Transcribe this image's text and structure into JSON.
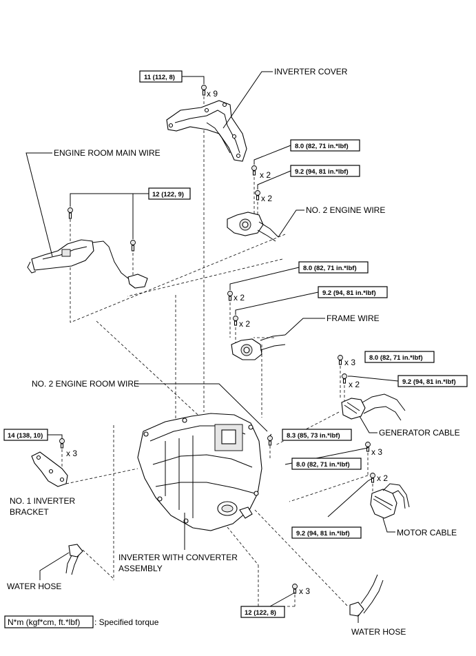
{
  "labels": {
    "inverter_cover": "INVERTER COVER",
    "engine_room_main_wire": "ENGINE ROOM MAIN WIRE",
    "no2_engine_wire": "NO. 2 ENGINE WIRE",
    "frame_wire": "FRAME WIRE",
    "no2_engine_room_wire": "NO. 2 ENGINE ROOM WIRE",
    "generator_cable": "GENERATOR CABLE",
    "no1_inverter_bracket_line1": "NO. 1 INVERTER",
    "no1_inverter_bracket_line2": "BRACKET",
    "motor_cable": "MOTOR CABLE",
    "inverter_assembly_line1": "INVERTER WITH CONVERTER",
    "inverter_assembly_line2": "ASSEMBLY",
    "water_hose_left": "WATER HOSE",
    "water_hose_right": "WATER HOSE"
  },
  "torques": {
    "cover_bolts": "11 (112, 8)",
    "main_wire_bolts": "12 (122, 9)",
    "no2_engine_wire_a": "8.0 (82, 71 in.*lbf)",
    "no2_engine_wire_b": "9.2 (94, 81 in.*lbf)",
    "frame_wire_a": "8.0 (82, 71 in.*lbf)",
    "frame_wire_b": "9.2 (94, 81 in.*lbf)",
    "generator_a": "8.0 (82, 71 in.*lbf)",
    "generator_b": "9.2 (94, 81 in.*lbf)",
    "bracket_bolts": "14 (138, 10)",
    "engine_room_wire_bolt": "8.3 (85, 73 in.*lbf)",
    "motor_a": "8.0 (82, 71 in.*lbf)",
    "motor_b": "9.2 (94, 81 in.*lbf)",
    "bottom_bolts": "12 (122, 8)"
  },
  "quantities": {
    "cover": "x 9",
    "no2_engine_wire_a": "x 2",
    "no2_engine_wire_b": "x 2",
    "frame_wire_a": "x 2",
    "frame_wire_b": "x 2",
    "generator_a": "x 3",
    "generator_b": "x 2",
    "bracket": "x 3",
    "motor_a": "x 3",
    "motor_b": "x 2",
    "bottom": "x 3"
  },
  "legend": {
    "unit_box": "N*m (kgf*cm, ft.*lbf)",
    "description": ": Specified torque"
  }
}
